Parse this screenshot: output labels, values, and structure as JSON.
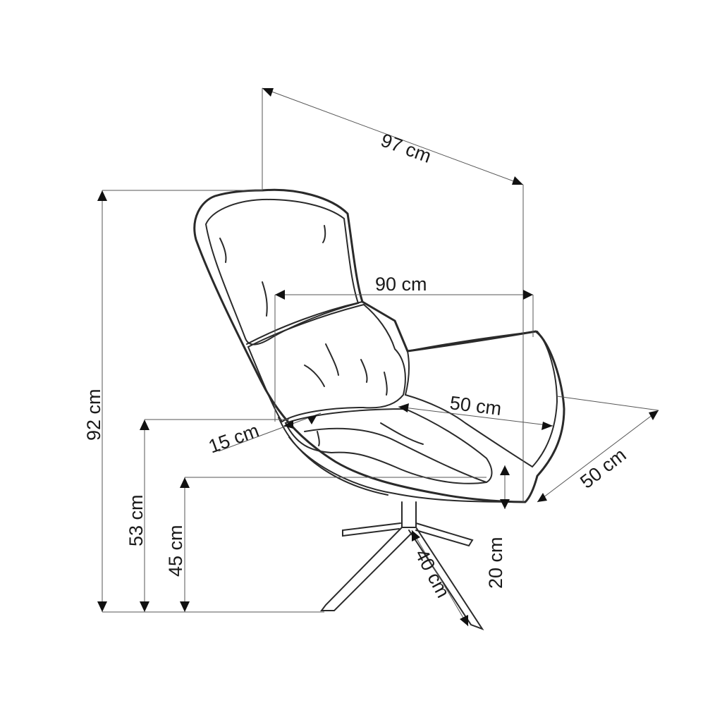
{
  "dimensions": {
    "total_width": "97 cm",
    "seat_width": "90 cm",
    "total_height": "92 cm",
    "armrest_height": "53 cm",
    "seat_height": "45 cm",
    "armrest_width": "15 cm",
    "seat_depth": "50 cm",
    "side_depth": "50 cm",
    "base_height": "20 cm",
    "leg_length": "40 cm"
  }
}
